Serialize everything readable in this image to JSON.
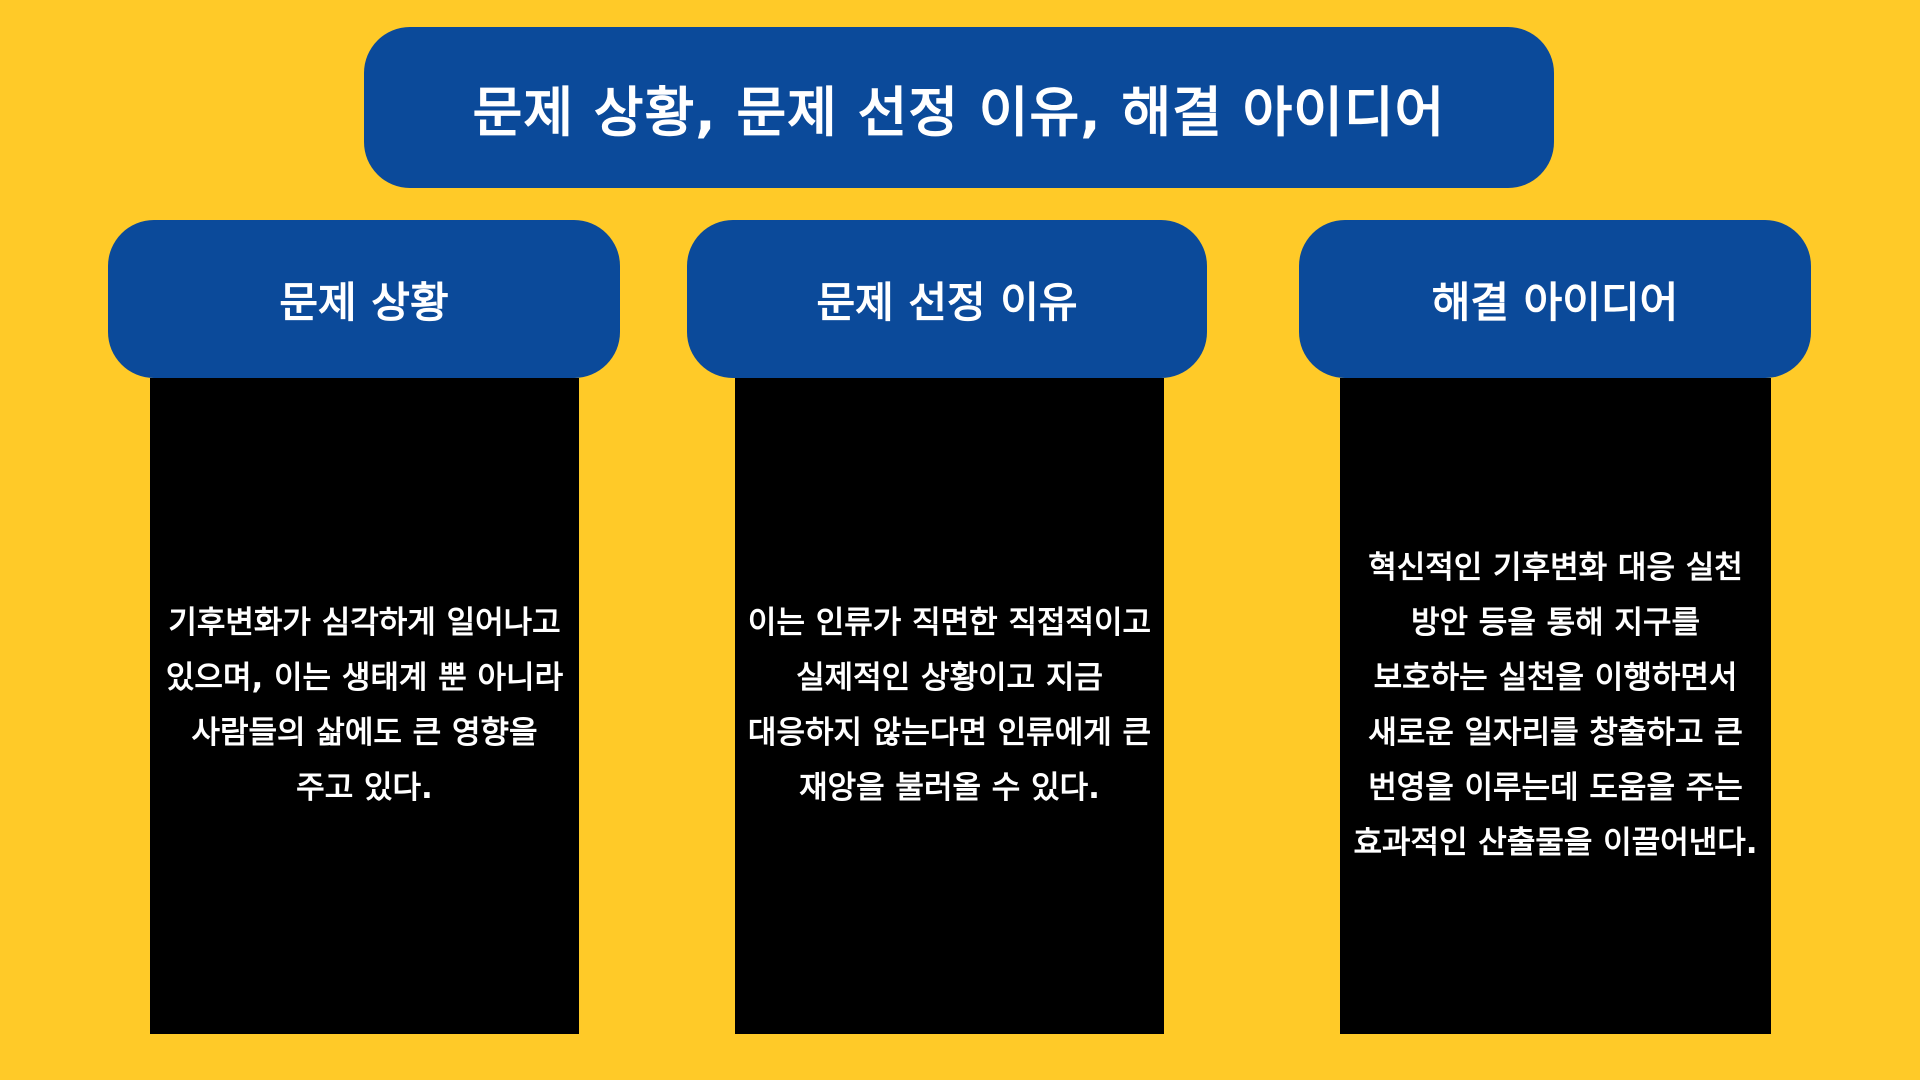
{
  "title": "문제 상황, 문제 선정 이유, 해결 아이디어",
  "columns": [
    {
      "header": "문제 상황",
      "body": "기후변화가 심각하게 일어나고 있으며, 이는 생태계 뿐 아니라 사람들의 삶에도 큰 영향을 주고 있다."
    },
    {
      "header": "문제 선정 이유",
      "body": "이는 인류가 직면한 직접적이고 실제적인 상황이고 지금 대응하지 않는다면 인류에게 큰 재앙을 불러올 수 있다."
    },
    {
      "header": "해결 아이디어",
      "body": "혁신적인 기후변화 대응 실천 방안 등을 통해 지구를 보호하는 실천을 이행하면서 새로운 일자리를 창출하고 큰 번영을 이루는데 도움을 주는 효과적인 산출물을 이끌어낸다."
    }
  ],
  "colors": {
    "background": "#FFCA28",
    "header_fill": "#0B4A9A",
    "body_fill": "#000000",
    "text": "#FFFFFF"
  }
}
